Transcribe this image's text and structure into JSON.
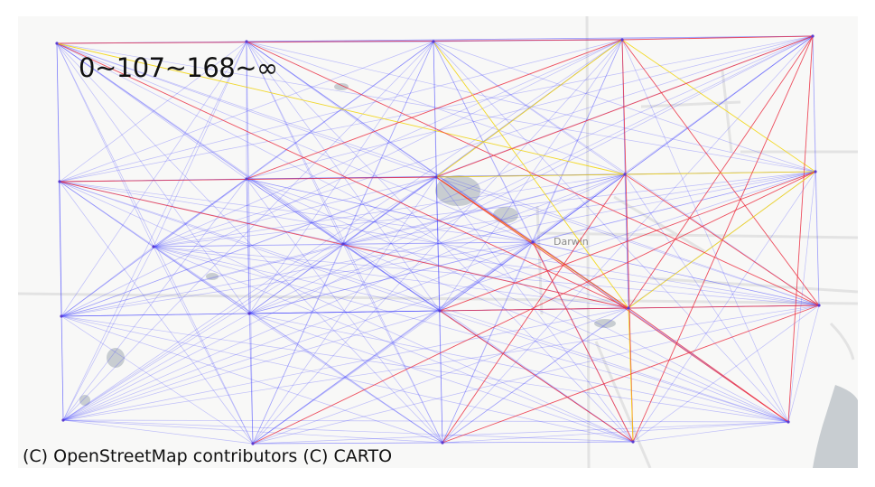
{
  "legend": {
    "text": "0~107~168~∞"
  },
  "attribution": {
    "text": "(C) OpenStreetMap contributors (C) CARTO"
  },
  "basemap": {
    "place_label": "Darwin",
    "background": "#f8f8f7",
    "water": "#c8cdd1",
    "roads": "#e2e2e2"
  },
  "colors": {
    "low": "#4040ff",
    "mid": "#ff2a2a",
    "high": "#ffe000"
  },
  "network": {
    "nodes": [
      {
        "id": "A1"
      },
      {
        "id": "A2"
      },
      {
        "id": "A3"
      },
      {
        "id": "A4"
      },
      {
        "id": "A5"
      },
      {
        "id": "B1"
      },
      {
        "id": "B2"
      },
      {
        "id": "B3"
      },
      {
        "id": "B4"
      },
      {
        "id": "B5"
      },
      {
        "id": "C1"
      },
      {
        "id": "C2"
      },
      {
        "id": "C3"
      },
      {
        "id": "C4"
      },
      {
        "id": "C5"
      },
      {
        "id": "D1"
      },
      {
        "id": "D2"
      },
      {
        "id": "D3"
      },
      {
        "id": "D4"
      },
      {
        "id": "D5"
      },
      {
        "id": "M1"
      },
      {
        "id": "M2"
      },
      {
        "id": "M3"
      }
    ],
    "highlight_edges": [
      {
        "from": "A1",
        "to": "A4",
        "level": "mid"
      },
      {
        "from": "A4",
        "to": "A5",
        "level": "mid"
      },
      {
        "from": "A1",
        "to": "C4",
        "level": "mid"
      },
      {
        "from": "A1",
        "to": "B4",
        "level": "high"
      },
      {
        "from": "A4",
        "to": "C5",
        "level": "mid"
      },
      {
        "from": "A4",
        "to": "D4",
        "level": "mid"
      },
      {
        "from": "A4",
        "to": "B5",
        "level": "high"
      },
      {
        "from": "A4",
        "to": "B2",
        "level": "mid"
      },
      {
        "from": "A3",
        "to": "C4",
        "level": "high"
      },
      {
        "from": "A5",
        "to": "D5",
        "level": "mid"
      },
      {
        "from": "A5",
        "to": "B3",
        "level": "mid"
      },
      {
        "from": "B1",
        "to": "B3",
        "level": "mid"
      },
      {
        "from": "B3",
        "to": "B5",
        "level": "high"
      },
      {
        "from": "B1",
        "to": "C4",
        "level": "mid"
      },
      {
        "from": "B3",
        "to": "C4",
        "level": "high"
      },
      {
        "from": "B3",
        "to": "A4",
        "level": "high"
      },
      {
        "from": "B3",
        "to": "D5",
        "level": "mid"
      },
      {
        "from": "B3",
        "to": "M3",
        "level": "mid"
      },
      {
        "from": "B4",
        "to": "C5",
        "level": "mid"
      },
      {
        "from": "B5",
        "to": "C4",
        "level": "high"
      },
      {
        "from": "B5",
        "to": "D2",
        "level": "mid"
      },
      {
        "from": "B5",
        "to": "C3",
        "level": "mid"
      },
      {
        "from": "C3",
        "to": "C5",
        "level": "mid"
      },
      {
        "from": "C4",
        "to": "D5",
        "level": "mid"
      },
      {
        "from": "C4",
        "to": "D4",
        "level": "high"
      },
      {
        "from": "C4",
        "to": "A5",
        "level": "mid"
      },
      {
        "from": "C3",
        "to": "D4",
        "level": "mid"
      },
      {
        "from": "M3",
        "to": "C4",
        "level": "mid"
      },
      {
        "from": "M3",
        "to": "D4",
        "level": "mid"
      },
      {
        "from": "A2",
        "to": "C5",
        "level": "mid"
      },
      {
        "from": "C5",
        "to": "D3",
        "level": "mid"
      },
      {
        "from": "D4",
        "to": "A5",
        "level": "mid"
      },
      {
        "from": "B4",
        "to": "D3",
        "level": "mid"
      }
    ]
  }
}
